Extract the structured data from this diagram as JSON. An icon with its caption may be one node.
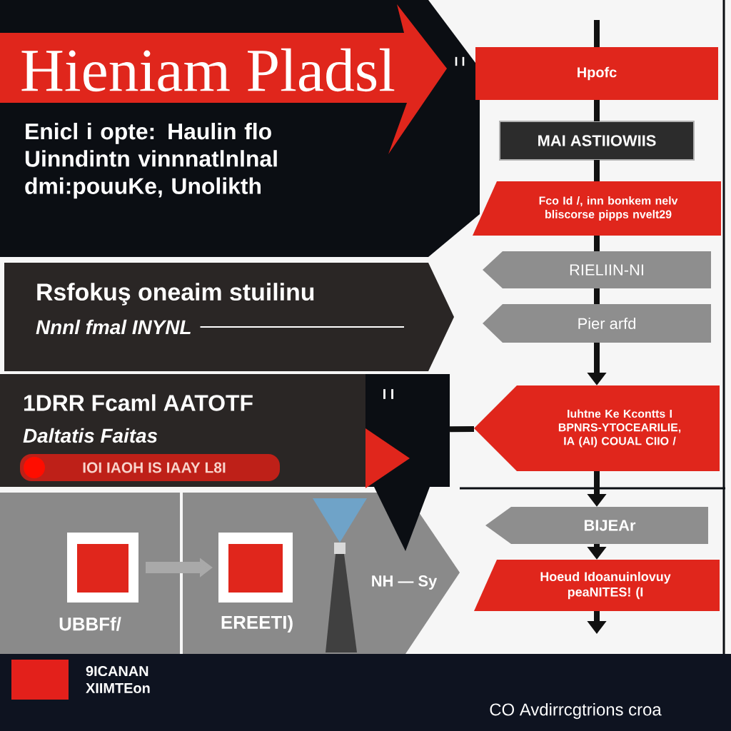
{
  "diagram": {
    "title": "Hieniam Pladsl",
    "nodes": [
      {
        "text": [
          "Rsfokuş oneaim stuilinu",
          "Nnnl fmal INYNL"
        ]
      },
      {
        "text": [
          "1DRR Fcaml AATOTF",
          "Daltatis Faitas",
          "IOI IAOH IS IAAY L8I"
        ]
      },
      {
        "text": [
          "UBBFf/"
        ]
      },
      {
        "text": [],
        "shape": "box",
        "in": 2
      },
      {
        "text": [
          "EREETI)"
        ]
      },
      {
        "text": [],
        "shape": "box",
        "in": 4
      },
      {
        "text": [
          "NH — Sy"
        ]
      },
      {
        "text": [
          "Hpofc"
        ]
      },
      {
        "text": [
          "MAI ASTIIOWIIS"
        ]
      },
      {
        "text": [
          "Fco Id /, inn bonkem nelv bliscorse pipps nvelt29"
        ]
      },
      {
        "text": [
          "RIELIIN-NI"
        ]
      },
      {
        "text": [
          "Pier arfd"
        ]
      },
      {
        "text": [
          "Iuhtne Ke Kcontts I BPNRS-YTOCEARILIE, IA (AI) COUAL CIIO /"
        ]
      },
      {
        "text": [
          "BIJEAr"
        ]
      },
      {
        "text": [
          "Hoeud Idoanuinlovuy peaNITES! (I"
        ]
      }
    ],
    "edges": [
      {
        "from": null,
        "to": 7,
        "arrow": "none"
      },
      {
        "from": 7,
        "to": 8,
        "arrow": "none"
      },
      {
        "from": 8,
        "to": 9,
        "arrow": "none"
      },
      {
        "from": 9,
        "to": 10,
        "arrow": "none"
      },
      {
        "from": 10,
        "to": 11,
        "arrow": "none"
      },
      {
        "from": 11,
        "to": 12,
        "arrow": "to"
      },
      {
        "from": 12,
        "to": 13,
        "arrow": "to"
      },
      {
        "from": 13,
        "to": 14,
        "arrow": "to"
      },
      {
        "from": 14,
        "to": null,
        "arrow": "to"
      },
      {
        "from": 1,
        "to": 12,
        "arrow": "none"
      },
      {
        "from": 3,
        "to": 5,
        "arrow": "to",
        "style": "thick",
        "color": "#a9a9a9"
      }
    ],
    "labels": [
      "I I",
      "Enicl i opte: Haulin flo Uinndintn vinnnatlnlnal dmi:pouuKe, Unolikth",
      "I I",
      "CO Avdirrcgtrions croa"
    ],
    "legend": [
      {
        "text": "9ICANAN XIIMTEon",
        "color": "#e3201b"
      }
    ]
  }
}
